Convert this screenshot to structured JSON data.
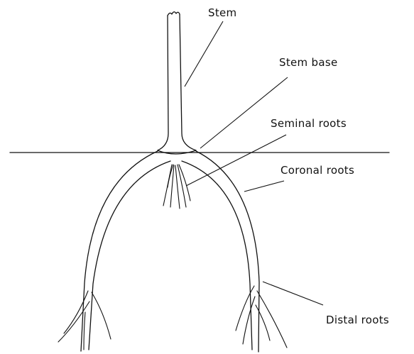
{
  "labels": {
    "stem": "Stem",
    "stem_base": "Stem base",
    "seminal_roots": "Seminal roots",
    "coronal_roots": "Coronal roots",
    "distal_roots": "Distal roots"
  }
}
